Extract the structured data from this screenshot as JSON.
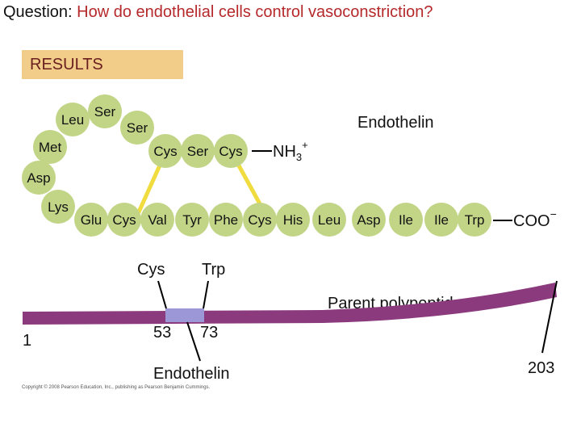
{
  "question": {
    "label": "Question:",
    "text": "How do endothelial cells control vasoconstriction?"
  },
  "results_label": "RESULTS",
  "endothelin_label": "Endothelin",
  "amino_acids": [
    "Leu",
    "Ser",
    "Ser",
    "Met",
    "Cys",
    "Ser",
    "Cys",
    "Asp",
    "Lys",
    "Glu",
    "Cys",
    "Val",
    "Tyr",
    "Phe",
    "Cys",
    "His",
    "Leu",
    "Asp",
    "Ile",
    "Ile",
    "Trp"
  ],
  "n_terminus": {
    "text": "NH",
    "sub": "3",
    "sup": "+"
  },
  "c_terminus": {
    "text": "COO",
    "sup": "−"
  },
  "parent": {
    "label": "Parent polypeptide",
    "residue_start_label": "Cys",
    "residue_end_label": "Trp",
    "numbers": {
      "start": "1",
      "seg_start": "53",
      "seg_end": "73",
      "end": "203"
    },
    "segment_label": "Endothelin"
  },
  "copyright": "Copyright © 2008 Pearson Education, Inc., publishing as Pearson Benjamin Cummings.",
  "colors": {
    "bead": "#c2d587",
    "disulfide": "#f0dc3e",
    "backbone": "#8b3a7e",
    "segment": "#9c98d8",
    "question_text": "#b5292b",
    "results_box": "#f2cd8a"
  }
}
